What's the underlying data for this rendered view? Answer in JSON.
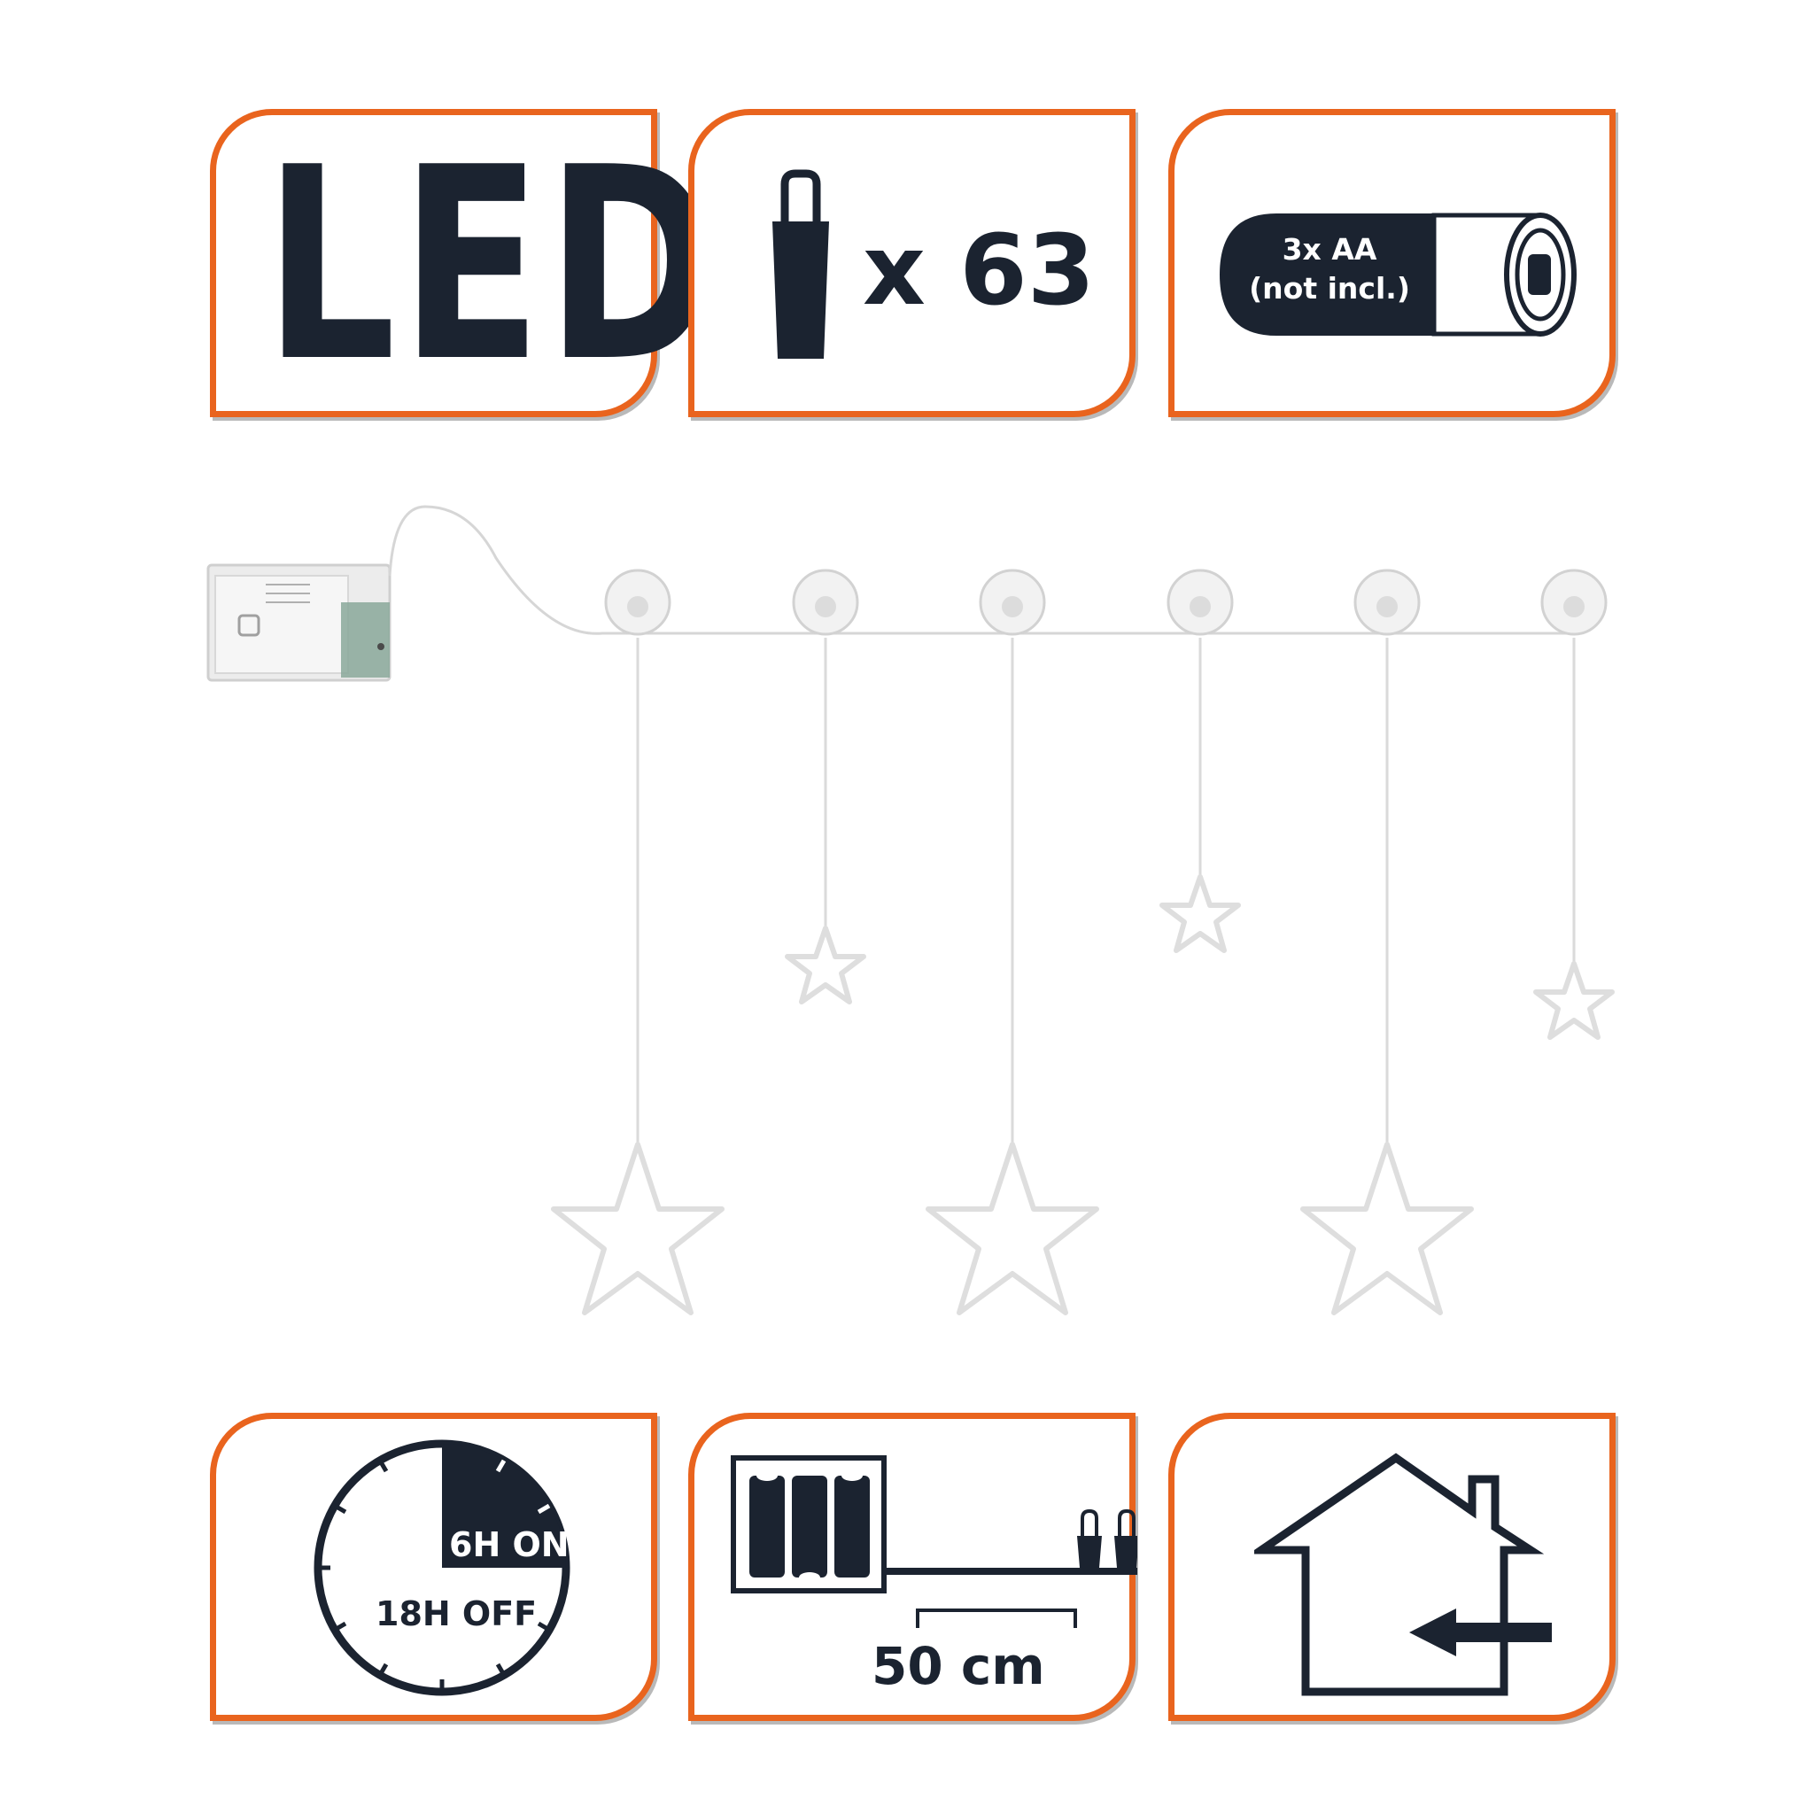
{
  "badges": {
    "led": {
      "label": "LED"
    },
    "count": {
      "label": "x 63"
    },
    "battery": {
      "line1": "3x AA",
      "line2": "(not incl.)"
    },
    "timer": {
      "on_label": "6H ON",
      "off_label": "18H OFF"
    },
    "cable": {
      "length_label": "50 cm"
    },
    "indoor": {}
  },
  "colors": {
    "accent": "#e9641e",
    "dark": "#1b2330"
  }
}
